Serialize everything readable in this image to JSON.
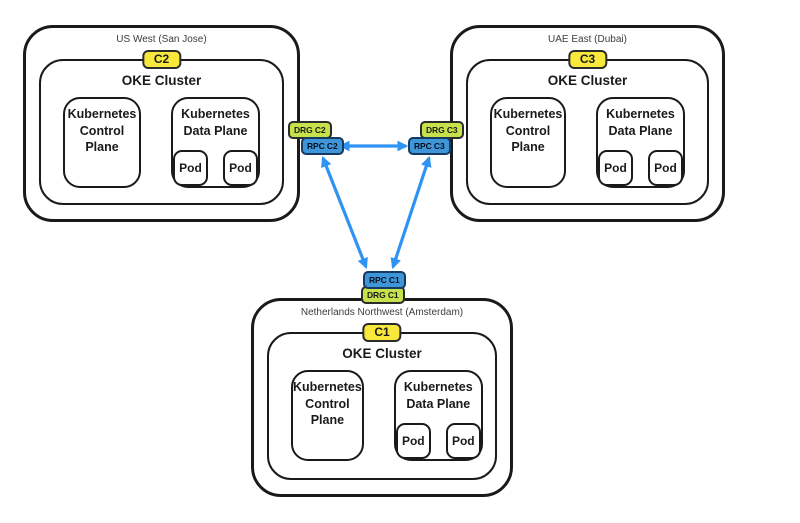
{
  "clusters": [
    {
      "region": "US West (San Jose)",
      "badge": "C2",
      "title": "OKE Cluster",
      "control_plane": {
        "line1": "Kubernetes",
        "line2": "Control Plane"
      },
      "data_plane": {
        "line1": "Kubernetes",
        "line2": "Data Plane"
      },
      "pods": [
        "Pod",
        "Pod"
      ]
    },
    {
      "region": "UAE East (Dubai)",
      "badge": "C3",
      "title": "OKE Cluster",
      "control_plane": {
        "line1": "Kubernetes",
        "line2": "Control Plane"
      },
      "data_plane": {
        "line1": "Kubernetes",
        "line2": "Data Plane"
      },
      "pods": [
        "Pod",
        "Pod"
      ]
    },
    {
      "region": "Netherlands Northwest (Amsterdam)",
      "badge": "C1",
      "title": "OKE Cluster",
      "control_plane": {
        "line1": "Kubernetes",
        "line2": "Control Plane"
      },
      "data_plane": {
        "line1": "Kubernetes",
        "line2": "Data Plane"
      },
      "pods": [
        "Pod",
        "Pod"
      ]
    }
  ],
  "gateways": {
    "c2": {
      "drg": "DRG C2",
      "rpc": "RPC C2"
    },
    "c3": {
      "drg": "DRG C3",
      "rpc": "RPC C3"
    },
    "c1": {
      "drg": "DRG C1",
      "rpc": "RPC C1"
    }
  },
  "connections": [
    {
      "from": "RPC C2",
      "to": "RPC C3",
      "bidirectional": true
    },
    {
      "from": "RPC C2",
      "to": "RPC C1",
      "bidirectional": true
    },
    {
      "from": "RPC C3",
      "to": "RPC C1",
      "bidirectional": true
    }
  ],
  "colors": {
    "arrow": "#2E93F5",
    "cluster_badge_fill": "#F7E83B",
    "drg_badge_fill": "#C6E24A",
    "rpc_badge_fill": "#3E96D8",
    "rpc_badge_border": "#173A63",
    "box_border": "#1A1A1A"
  }
}
